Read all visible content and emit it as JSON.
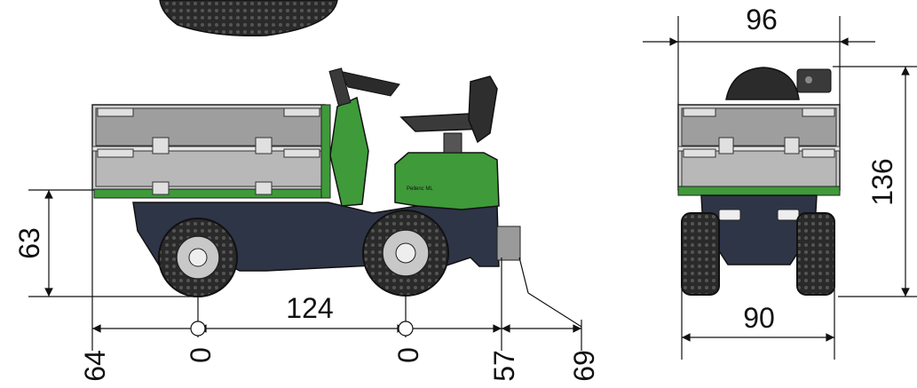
{
  "dimensions": {
    "front_top_width": "96",
    "front_height": "136",
    "front_bottom_width": "90",
    "side_bed_height": "63",
    "wheelbase": "124",
    "offset_left": "64",
    "datum_rear": "0",
    "datum_front": "0",
    "offset_right_1": "57",
    "offset_right_2": "69"
  },
  "vehicle": {
    "model_plate": "Pellenc ML"
  },
  "colors": {
    "body_green": "#3f9a3a",
    "chassis_navy": "#2e3547",
    "bed_panel": "#bdbdbd",
    "tyre": "#2a2a2a"
  }
}
